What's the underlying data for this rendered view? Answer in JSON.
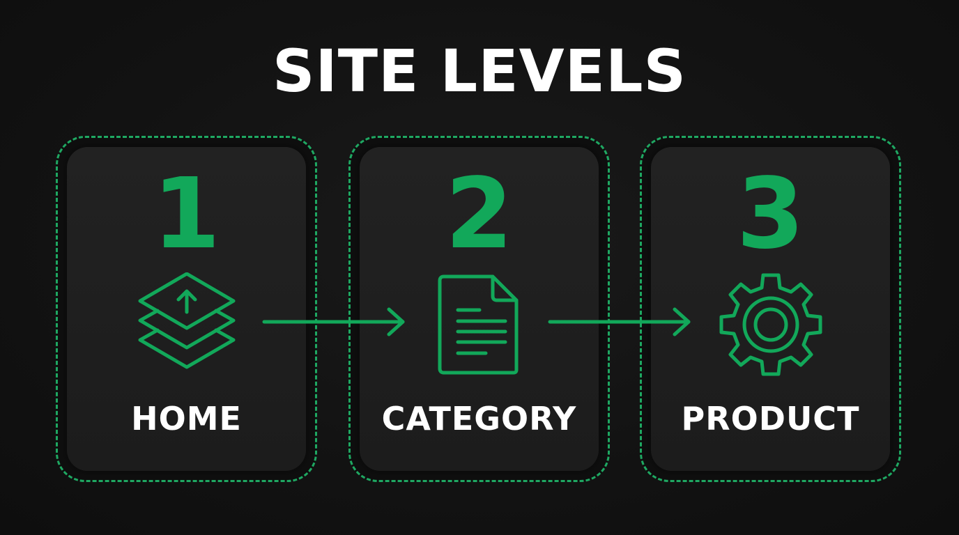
{
  "title": "SITE LEVELS",
  "colors": {
    "accent": "#12A85A",
    "background": "#121212",
    "card": "#1F1F1F",
    "text": "#FFFFFF"
  },
  "levels": [
    {
      "number": "1",
      "label": "HOME",
      "icon": "layers-up-icon"
    },
    {
      "number": "2",
      "label": "CATEGORY",
      "icon": "document-icon"
    },
    {
      "number": "3",
      "label": "PRODUCT",
      "icon": "gear-icon"
    }
  ],
  "connectors": [
    {
      "from": "HOME",
      "to": "CATEGORY",
      "icon": "arrow-right-icon"
    },
    {
      "from": "CATEGORY",
      "to": "PRODUCT",
      "icon": "arrow-right-icon"
    }
  ]
}
